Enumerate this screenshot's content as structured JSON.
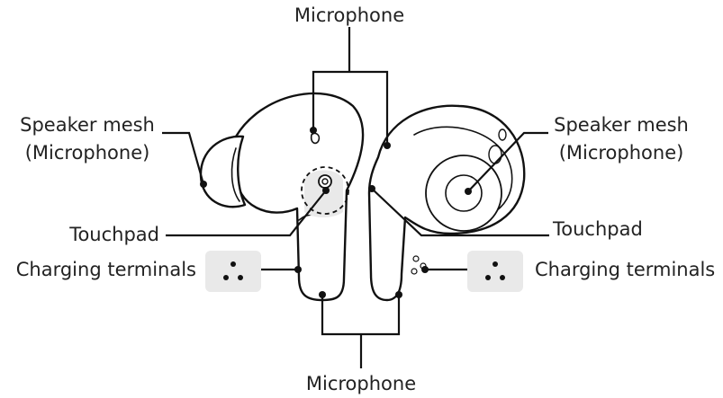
{
  "labels": {
    "microphone_top": "Microphone",
    "speaker_mesh_left": "Speaker mesh",
    "speaker_mesh_left_sub": "(Microphone)",
    "speaker_mesh_right": "Speaker mesh",
    "speaker_mesh_right_sub": "(Microphone)",
    "touchpad_left": "Touchpad",
    "touchpad_right": "Touchpad",
    "charging_terminals_left": "Charging terminals",
    "charging_terminals_right": "Charging terminals",
    "microphone_bottom": "Microphone"
  },
  "icons": [
    "left-earbud-icon",
    "right-earbud-icon",
    "charging-terminals-icon"
  ],
  "colors": {
    "line": "#111111",
    "text": "#222222",
    "shade": "#e9e9e9"
  }
}
